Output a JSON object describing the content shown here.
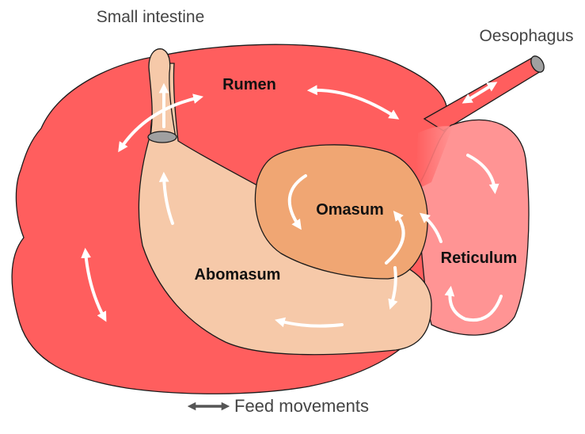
{
  "labels": {
    "small_intestine": "Small intestine",
    "oesophagus": "Oesophagus",
    "rumen": "Rumen",
    "omasum": "Omasum",
    "reticulum": "Reticulum",
    "abomasum": "Abomasum"
  },
  "legend": {
    "text": "Feed movements"
  },
  "colors": {
    "rumen": "#ff5e5e",
    "reticulum": "#ff9494",
    "omasum": "#f0a673",
    "abomasum": "#f6c9a9",
    "arrow": "#ffffff",
    "opening": "#a0a0a0",
    "legend_arrow": "#555555"
  },
  "icons": {
    "movement_arrow": "double-headed-arrow-icon",
    "legend_arrow": "double-headed-arrow-icon"
  }
}
